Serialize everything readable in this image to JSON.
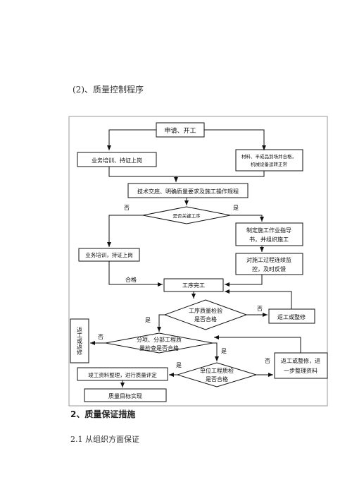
{
  "heading": "(2)、质量控制程序",
  "flowchart": {
    "start": "申请、开工",
    "left_training": "业务培训、持证上岗",
    "materials_line1": "材料、半成品到场并合格，",
    "materials_line2": "机械设备运转正常",
    "tech_briefing": "技术交底、明确质量要求及施工操作规程",
    "key_process": "是否关键工序",
    "label_no_1": "否",
    "label_yes_1": "是",
    "plan_line1": "制定施工作业指导",
    "plan_line2": "书，并组织施工",
    "training2": "业务培训，持证上岗",
    "monitor_line1": "对施工过程连续监",
    "monitor_line2": "控，及时反馈",
    "label_pass": "合格",
    "process_done": "工序完工",
    "quality_check_line1": "工序质量检验",
    "quality_check_line2": "是否合格",
    "label_no_2": "否",
    "rework_1": "返工或整修",
    "label_yes_2": "是",
    "label_no_3": "否",
    "side_box": "返工或返修",
    "subitem_line1": "分项、分部工程质",
    "subitem_line2": "量检查是否合格",
    "label_yes_3": "是",
    "unit_check_line1": "单位工程质检",
    "unit_check_line2": "是否合格",
    "label_yes_4": "是",
    "label_no_4": "否",
    "rework2_line1": "返工或整修，进",
    "rework2_line2": "一步整理资料",
    "completion_docs": "竣工资料整理，进行质量评定",
    "goal_achieved": "质量目标实现"
  },
  "section_title": "2、质量保证措施",
  "sub_title": "2.1 从组织方面保证"
}
